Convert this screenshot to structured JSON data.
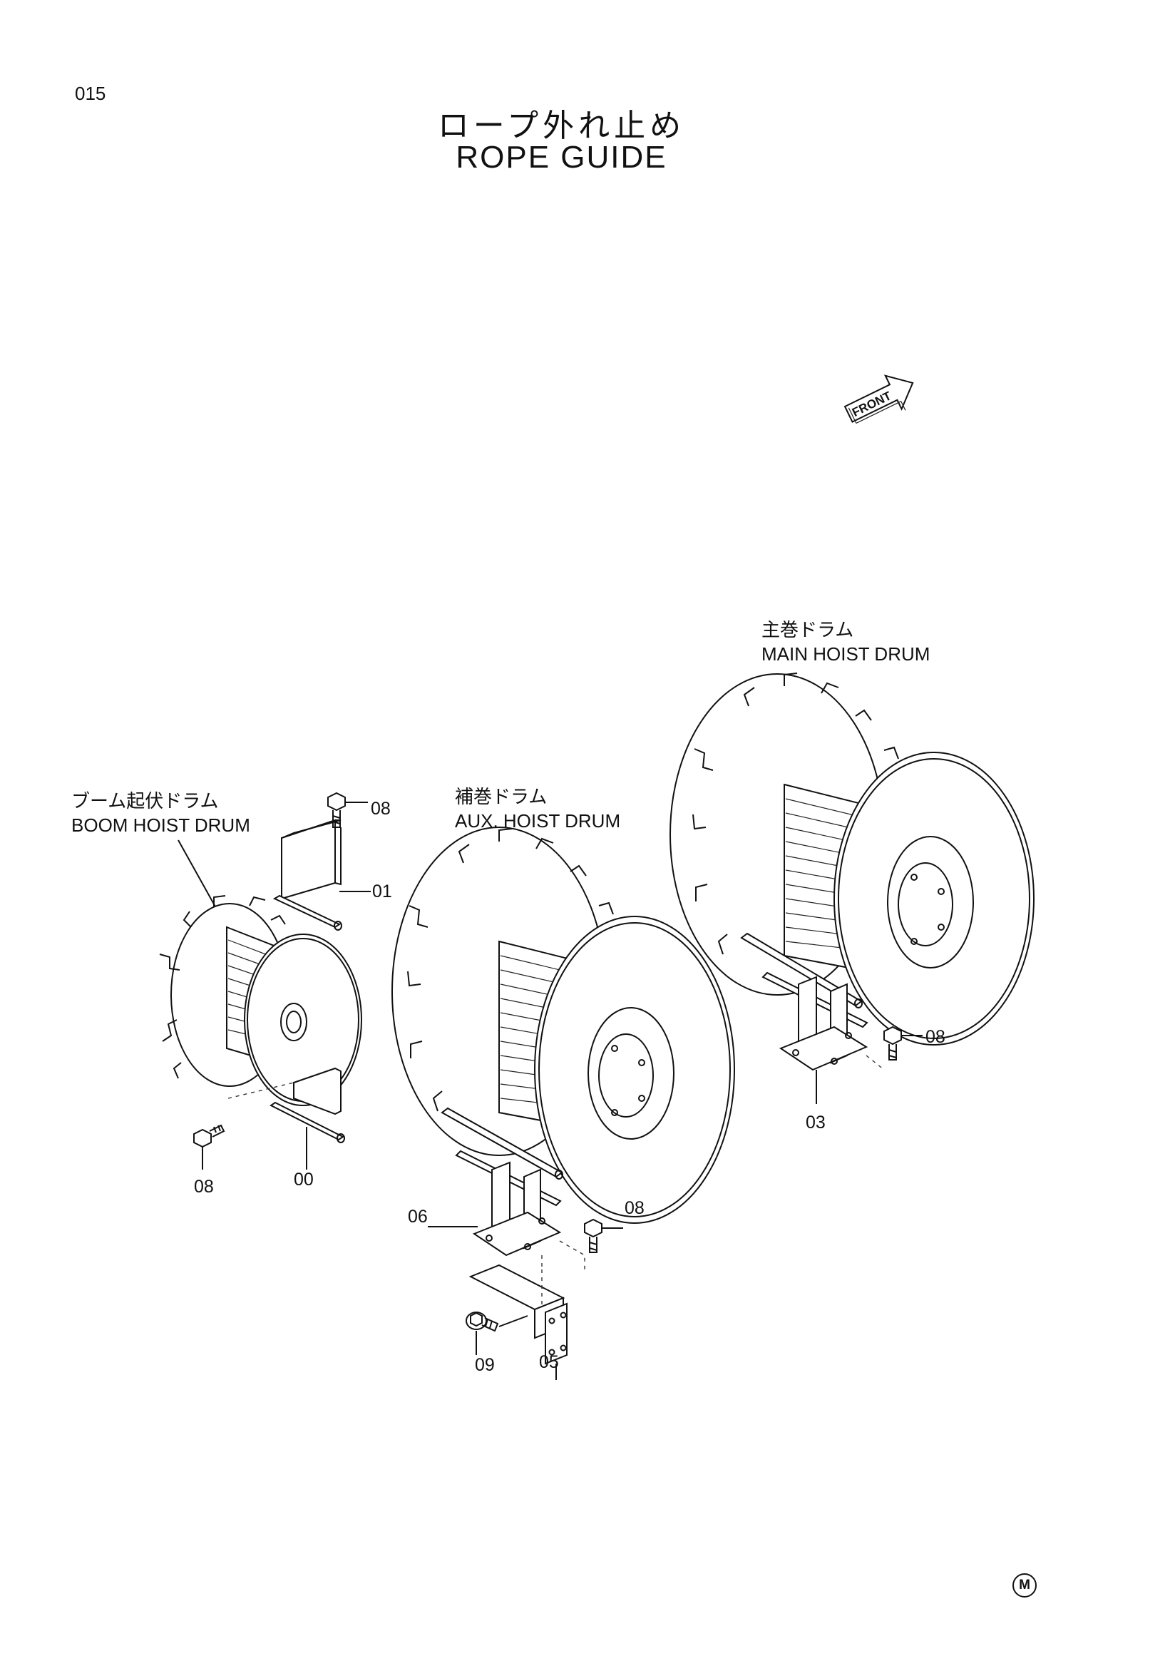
{
  "page": {
    "number": "015",
    "title_ja": "ロープ外れ止め",
    "title_en": "ROPE GUIDE",
    "footer_mark": "M"
  },
  "front_indicator": {
    "label": "FRONT"
  },
  "drums": {
    "boom": {
      "label_ja": "ブーム起伏ドラム",
      "label_en": "BOOM HOIST DRUM"
    },
    "aux": {
      "label_ja": "補巻ドラム",
      "label_en": "AUX. HOIST DRUM"
    },
    "main": {
      "label_ja": "主巻ドラム",
      "label_en": "MAIN HOIST DRUM"
    }
  },
  "callouts": {
    "bolt_top": "08",
    "guide_top": "01",
    "bolt_left": "08",
    "guide_left": "00",
    "bracket_aux": "06",
    "bolt_aux": "08",
    "plate_bottom": "05",
    "bolt_bottom": "09",
    "bracket_main": "03",
    "bolt_main": "08"
  }
}
